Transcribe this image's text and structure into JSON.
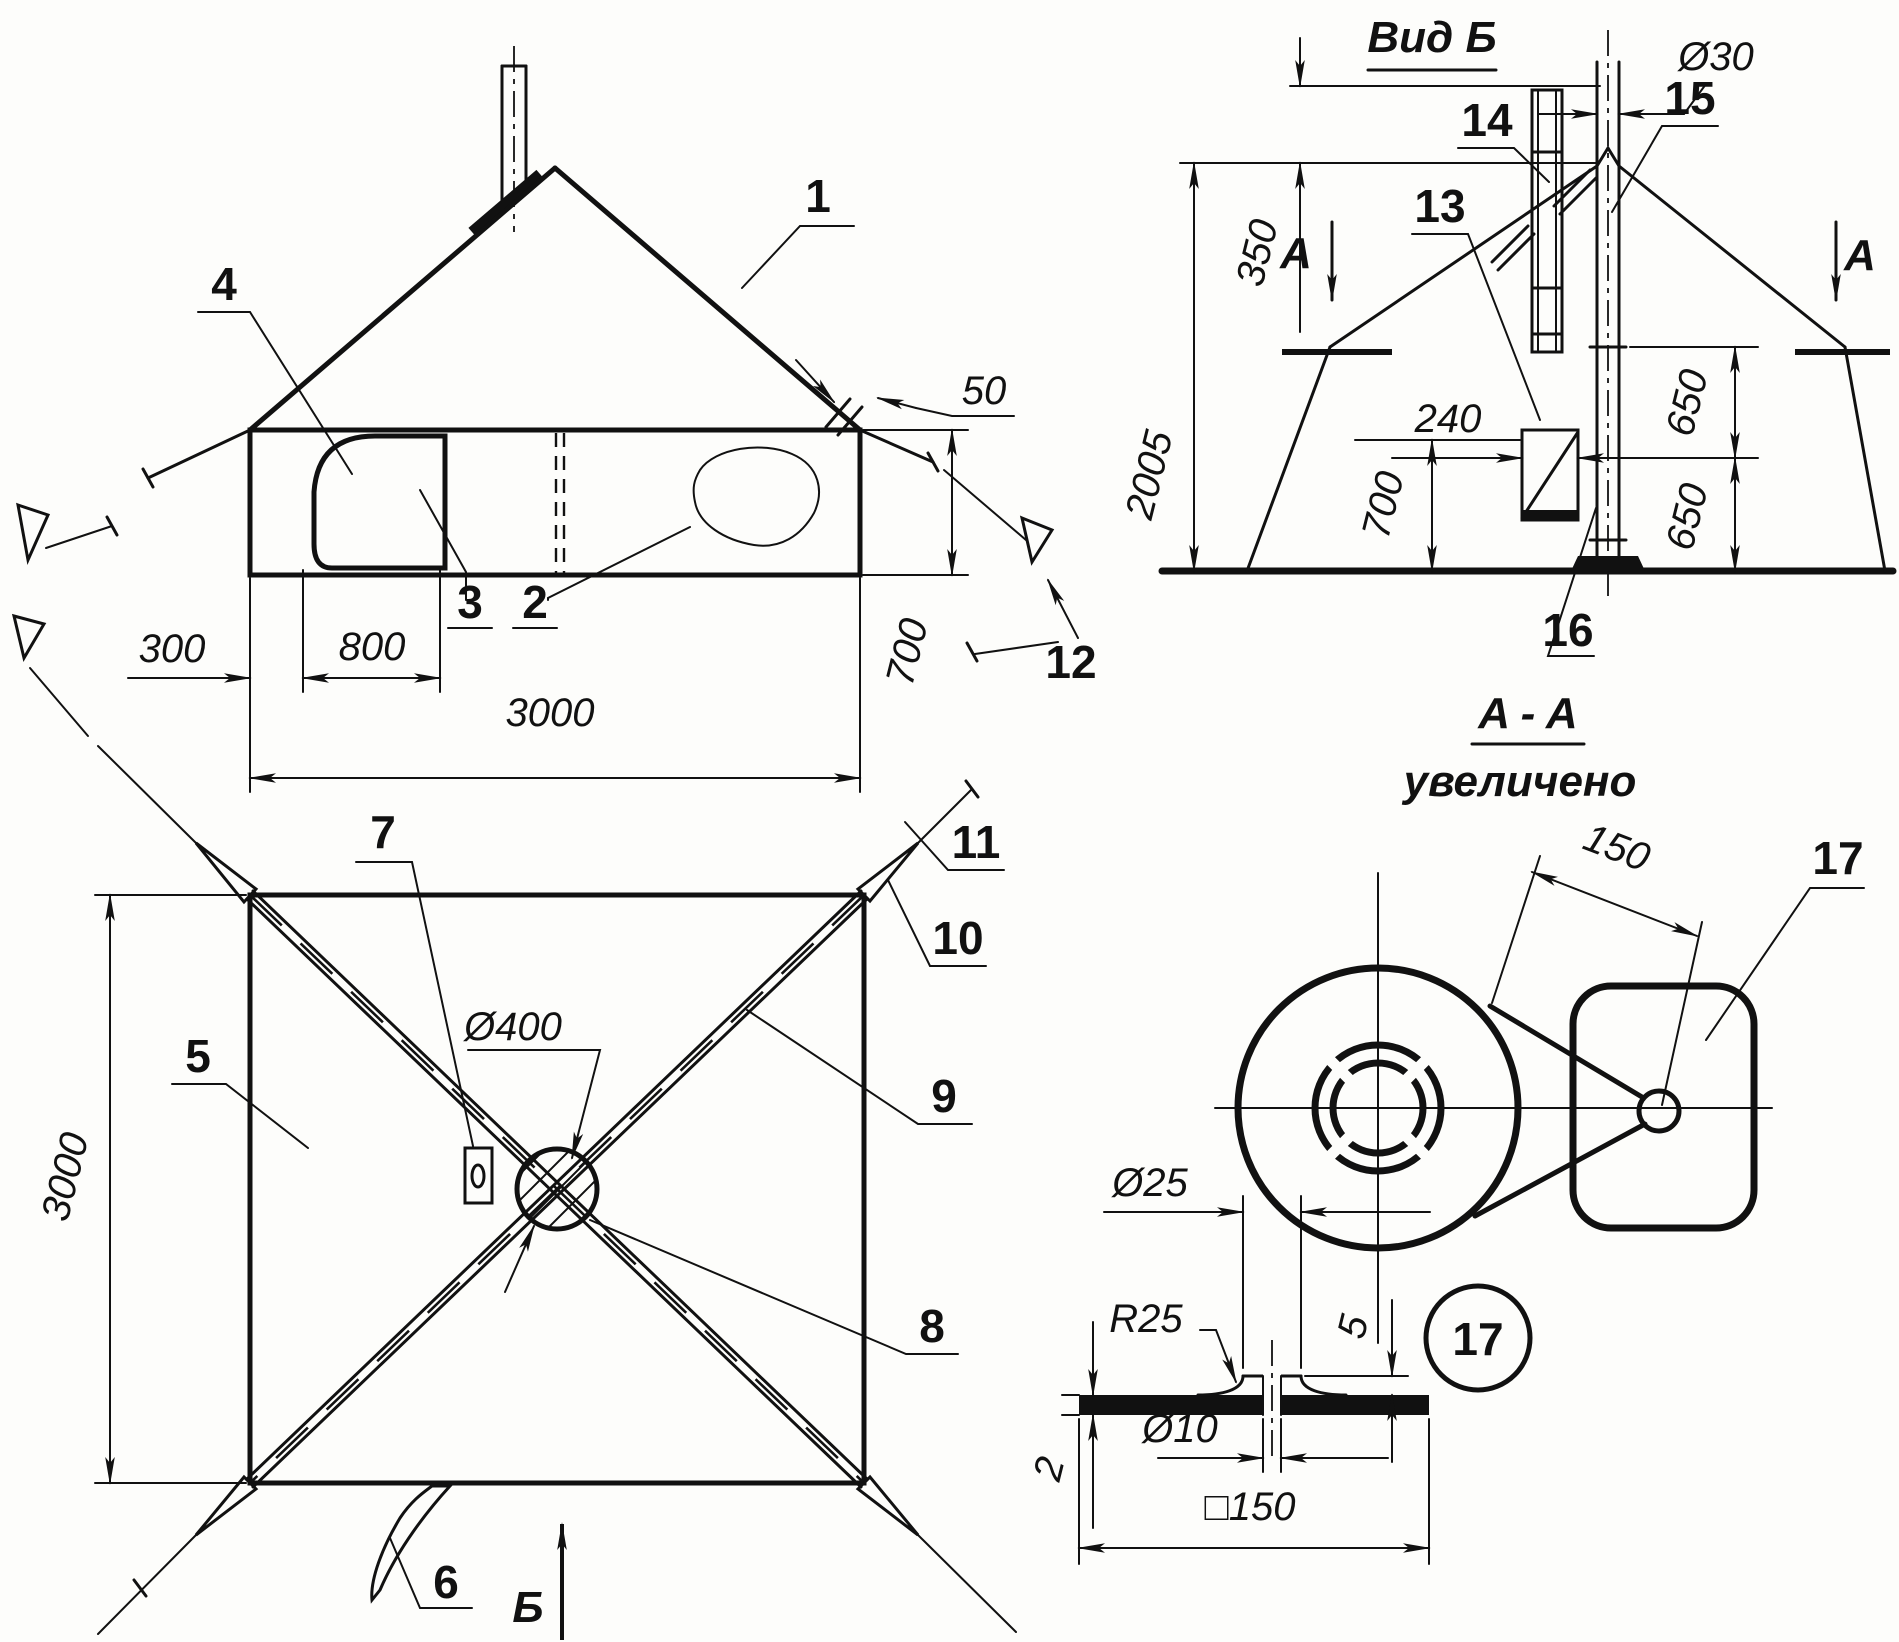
{
  "front_view": {
    "part_1": "1",
    "part_2": "2",
    "part_3": "3",
    "part_4": "4",
    "part_12": "12",
    "dim_overhang": "50",
    "dim_offset": "300",
    "dim_door": "800",
    "dim_width": "3000",
    "dim_wall_height": "700"
  },
  "side_view": {
    "title": "Вид Б",
    "dia_mast": "Ø30",
    "dim_mast_top": "350",
    "dim_height": "2005",
    "dim_bracket": "240",
    "dim_upper": "650",
    "dim_lower": "650",
    "dim_leg": "700",
    "section_left": "A",
    "section_right": "A",
    "part_13": "13",
    "part_14": "14",
    "part_15": "15",
    "part_16": "16"
  },
  "plan_view": {
    "dim_side": "3000",
    "dia_center": "Ø400",
    "part_5": "5",
    "part_6": "6",
    "part_7": "7",
    "part_8": "8",
    "part_9": "9",
    "part_10": "10",
    "part_11": "11",
    "view_marker": "Б"
  },
  "section_aa": {
    "title": "A - A",
    "subtitle": "увеличено",
    "dim_lug": "150",
    "part_17": "17"
  },
  "detail_17": {
    "badge": "17",
    "dia_boss": "Ø25",
    "radius": "R25",
    "dim_boss_h": "5",
    "dim_plate": "2",
    "dia_hole": "Ø10",
    "dim_square": "□150"
  }
}
